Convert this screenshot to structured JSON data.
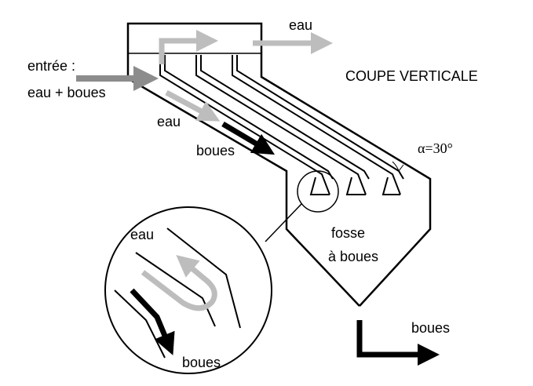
{
  "title": "COUPE VERTICALE",
  "labels": {
    "inlet_line1": "entrée :",
    "inlet_line2": "eau + boues",
    "water_out": "eau",
    "water_inner": "eau",
    "sludge_inner": "boues",
    "angle": "α=30°",
    "pit_line1": "fosse",
    "pit_line2": "à boues",
    "sludge_out": "boues",
    "detail_water": "eau",
    "detail_sludge": "boues"
  },
  "colors": {
    "outline": "#000000",
    "water_arrow": "#bdbdbd",
    "inlet_arrow": "#8c8c8c",
    "sludge_arrow": "#000000"
  }
}
